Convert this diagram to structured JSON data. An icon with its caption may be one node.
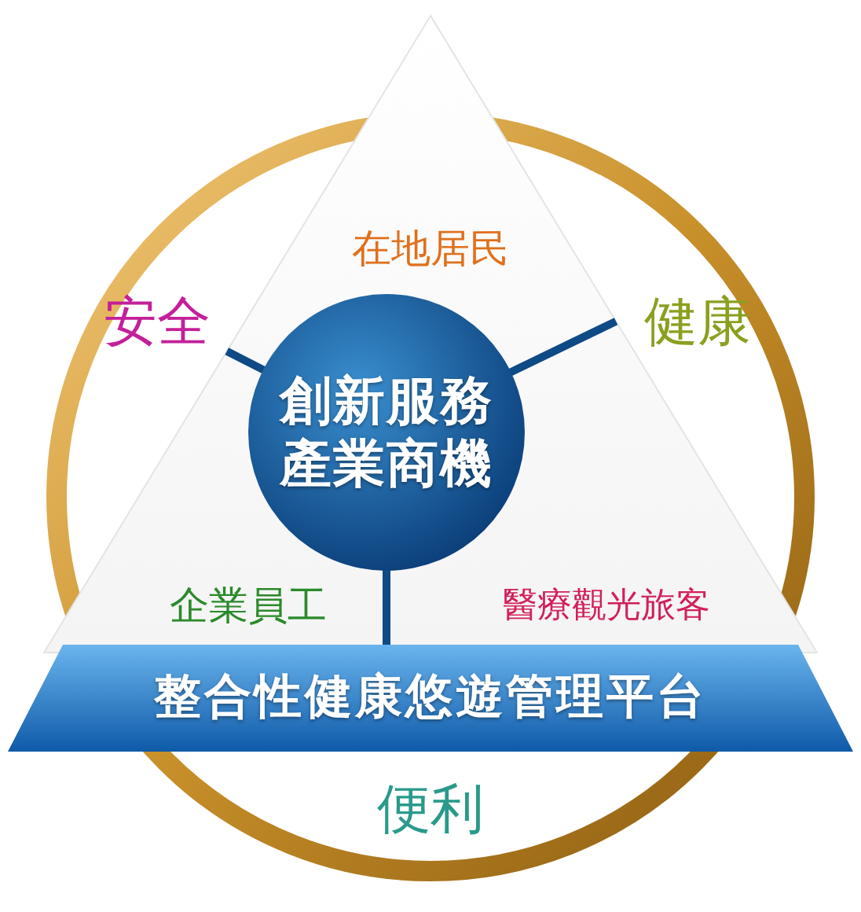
{
  "diagram": {
    "nodes": [
      {
        "text": [],
        "shape": "triangle"
      },
      {
        "text": [
          "創新服務產業商機"
        ],
        "in": 0
      },
      {
        "text": [
          "整合性健康悠遊管理平台"
        ]
      }
    ],
    "edges": [
      {
        "from": 1,
        "to": 0,
        "arrow": "none"
      },
      {
        "from": 1,
        "to": 0,
        "arrow": "none"
      },
      {
        "from": 1,
        "to": 2,
        "arrow": "none"
      }
    ],
    "labels": [
      "在地居民",
      "安全",
      "健康",
      "企業員工",
      "醫療觀光旅客",
      "便利"
    ]
  }
}
